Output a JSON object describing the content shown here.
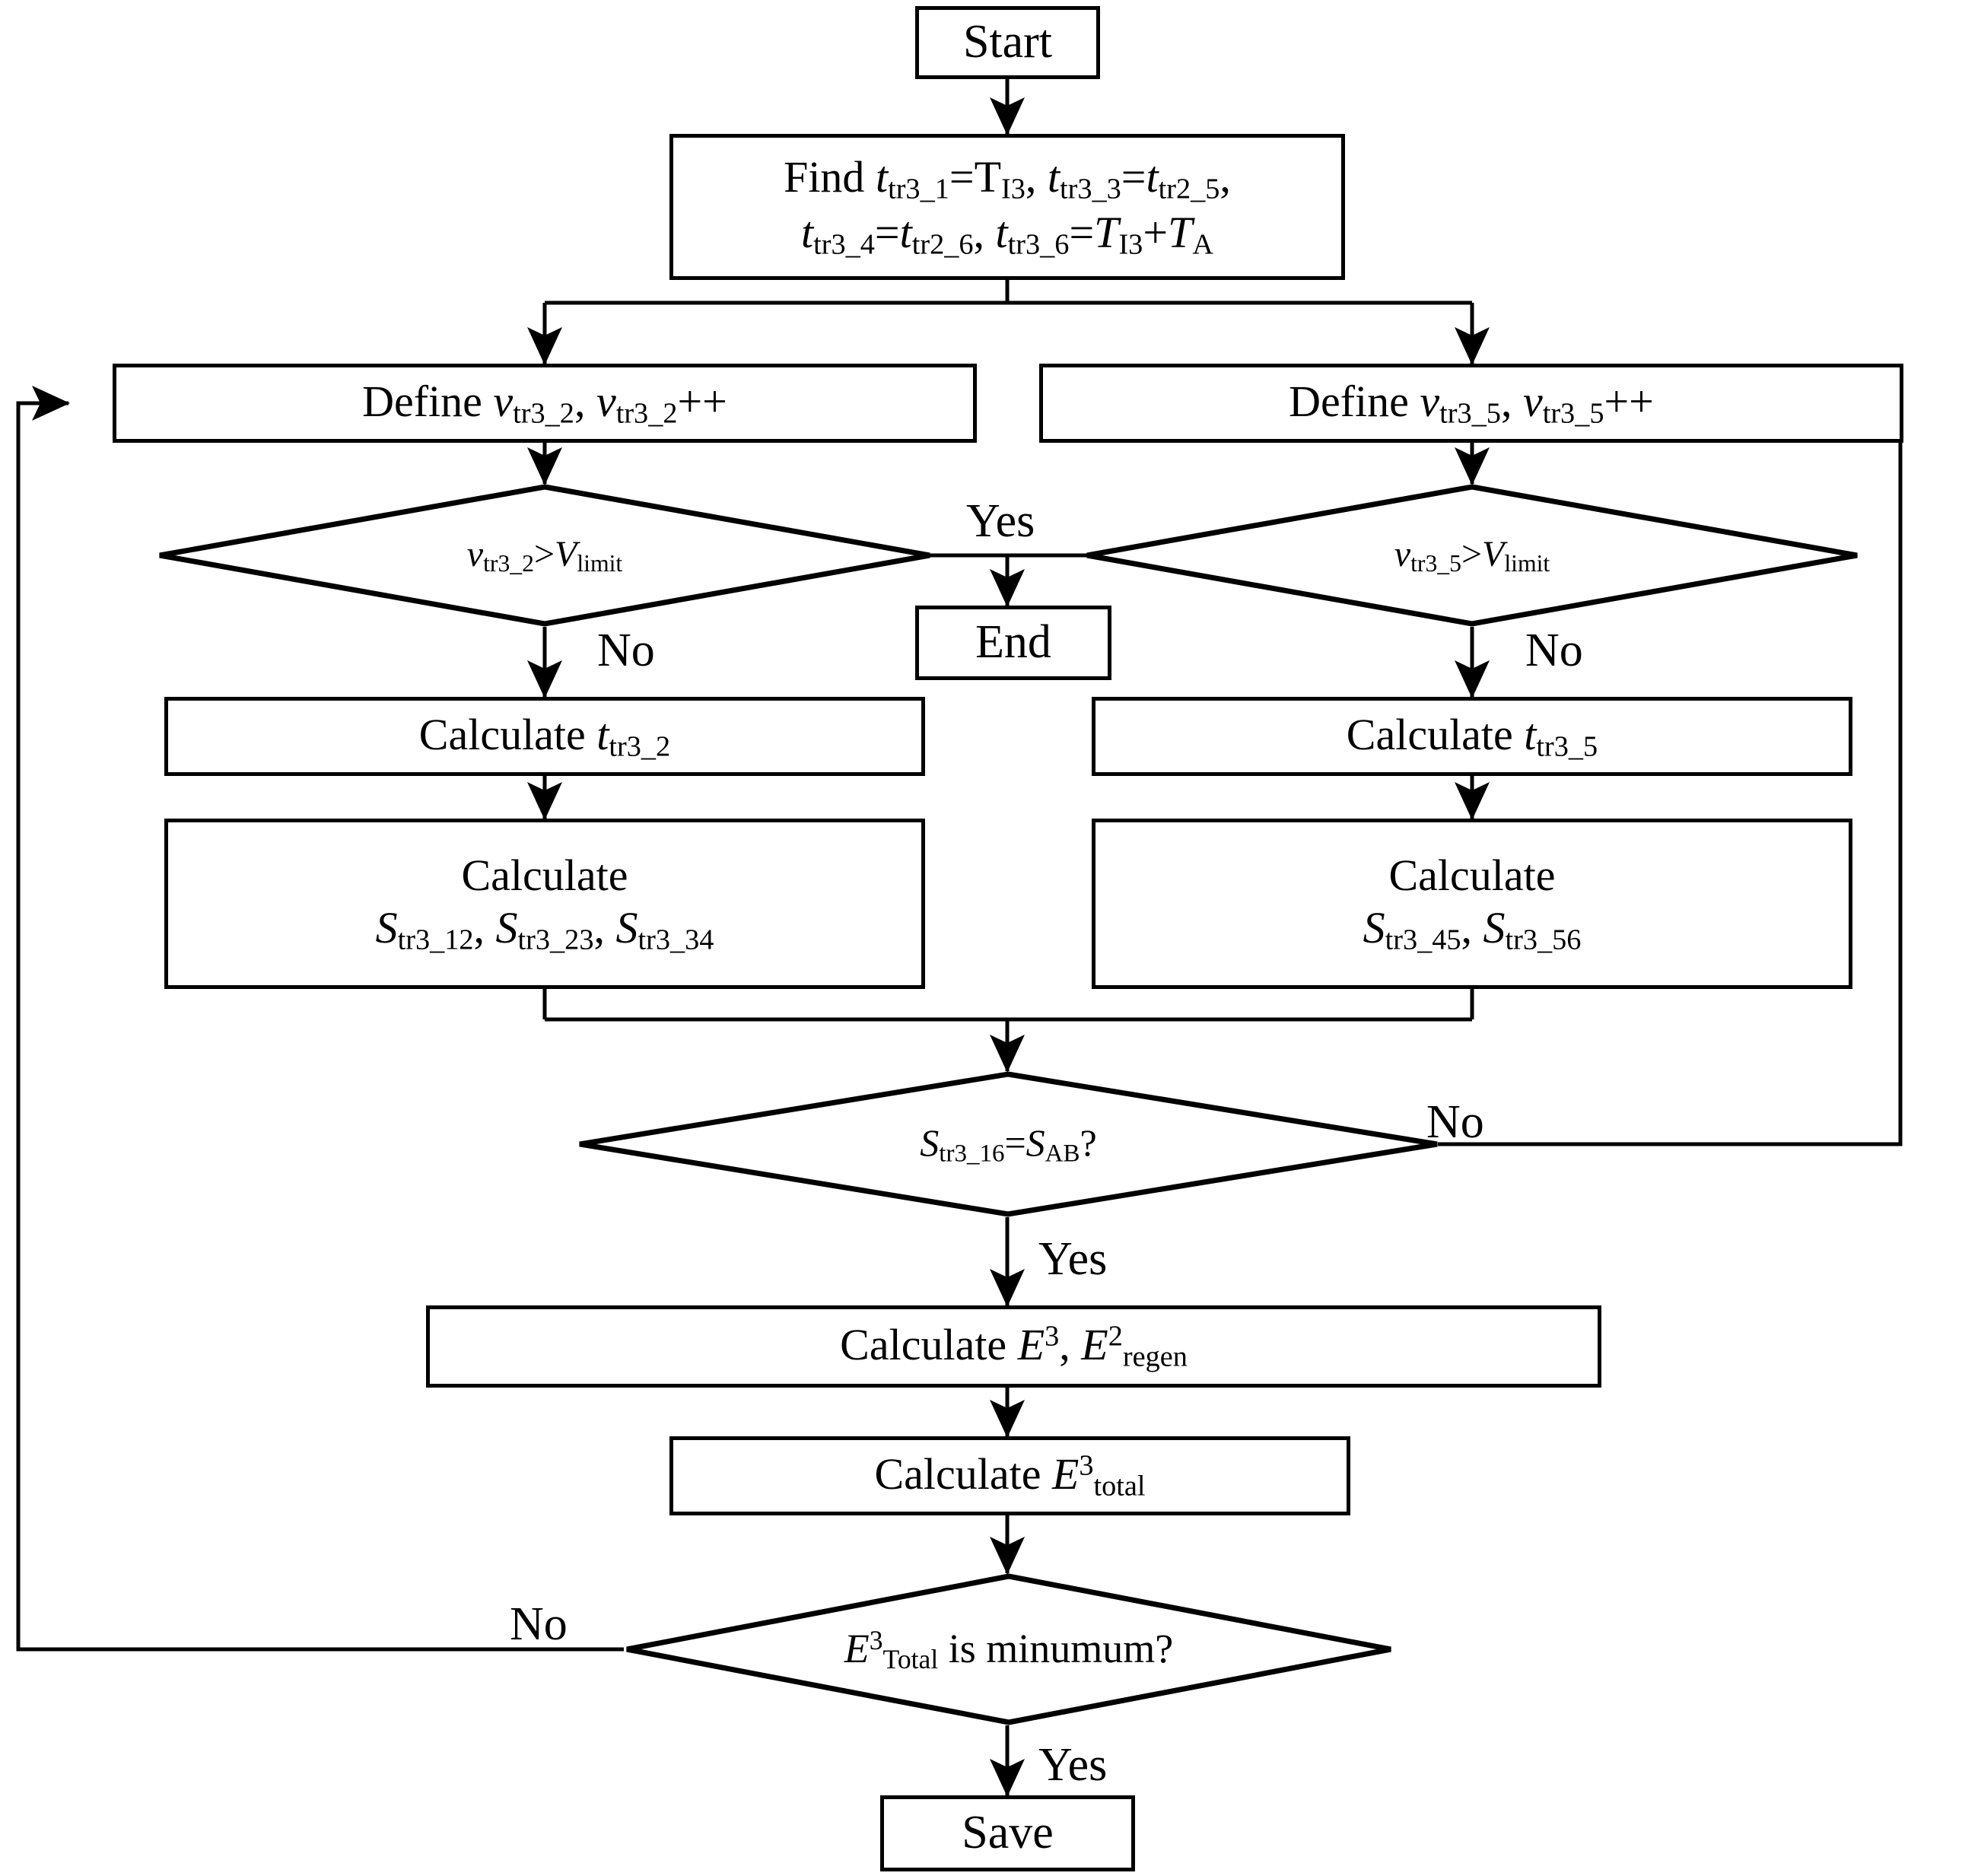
{
  "diagram": {
    "title": "Flowchart for trip-3 speed and energy optimization",
    "stroke_color": "#000000",
    "background_color": "#ffffff",
    "nodes": {
      "start": {
        "kind": "terminator",
        "text": "Start"
      },
      "find": {
        "kind": "process",
        "line1_pre": "Find ",
        "t1": "t",
        "t1sub": "tr3_1",
        "eq1": "=",
        "v1": "T",
        "v1sub": "I3",
        "sep1": ", ",
        "t2": "t",
        "t2sub": "tr3_3",
        "eq2": "=",
        "v2": "t",
        "v2sub": "tr2_5",
        "sep2": ",",
        "t3": "t",
        "t3sub": "tr3_4",
        "eq3": "=",
        "v3": "t",
        "v3sub": "tr2_6",
        "sep3": ", ",
        "t4": "t",
        "t4sub": "tr3_6",
        "eq4": "=",
        "v4": "T",
        "v4sub": "I3",
        "plus": "+",
        "v5": "T",
        "v5sub": "A"
      },
      "define_l": {
        "kind": "process",
        "pre": "Define ",
        "a": "v",
        "asub": "tr3_2",
        "sep": ", ",
        "b": "v",
        "bsub": "tr3_2",
        "post": "++"
      },
      "define_r": {
        "kind": "process",
        "pre": "Define ",
        "a": "v",
        "asub": "tr3_5",
        "sep": ", ",
        "b": "v",
        "bsub": "tr3_5",
        "post": "++"
      },
      "dec_l": {
        "kind": "decision",
        "a": "v",
        "asub": "tr3_2",
        "op": ">",
        "b": "V",
        "bsub": "limit"
      },
      "dec_r": {
        "kind": "decision",
        "a": "v",
        "asub": "tr3_5",
        "op": ">",
        "b": "V",
        "bsub": "limit"
      },
      "end": {
        "kind": "terminator",
        "text": "End"
      },
      "calc_t_l": {
        "kind": "process",
        "pre": "Calculate ",
        "a": "t",
        "asub": "tr3_2"
      },
      "calc_t_r": {
        "kind": "process",
        "pre": "Calculate ",
        "a": "t",
        "asub": "tr3_5"
      },
      "calc_s_l": {
        "kind": "process",
        "line1": "Calculate",
        "s1": "S",
        "s1sub": "tr3_12",
        "sepa": ", ",
        "s2": "S",
        "s2sub": "tr3_23",
        "sepb": ", ",
        "s3": "S",
        "s3sub": "tr3_34"
      },
      "calc_s_r": {
        "kind": "process",
        "line1": "Calculate",
        "s1": "S",
        "s1sub": "tr3_45",
        "sepa": ", ",
        "s2": "S",
        "s2sub": "tr3_56"
      },
      "dec_s": {
        "kind": "decision",
        "a": "S",
        "asub": "tr3_16",
        "op": "=",
        "b": "S",
        "bsub": "AB",
        "q": "?"
      },
      "calc_e": {
        "kind": "process",
        "pre": "Calculate ",
        "e1": "E",
        "e1sup": "3",
        "sep": ", ",
        "e2": "E",
        "e2sup": "2",
        "e2sub": "regen"
      },
      "calc_etot": {
        "kind": "process",
        "pre": "Calculate ",
        "e1": "E",
        "e1sup": "3",
        "e1sub": "total"
      },
      "dec_emin": {
        "kind": "decision",
        "a": "E",
        "asup": "3",
        "asub": "Total",
        "tail": " is minumum?"
      },
      "save": {
        "kind": "terminator",
        "text": "Save"
      }
    },
    "edge_labels": {
      "yes_center": "Yes",
      "no_left": "No",
      "no_right": "No",
      "no_sab": "No",
      "yes_sab": "Yes",
      "no_emin": "No",
      "yes_emin": "Yes"
    }
  }
}
